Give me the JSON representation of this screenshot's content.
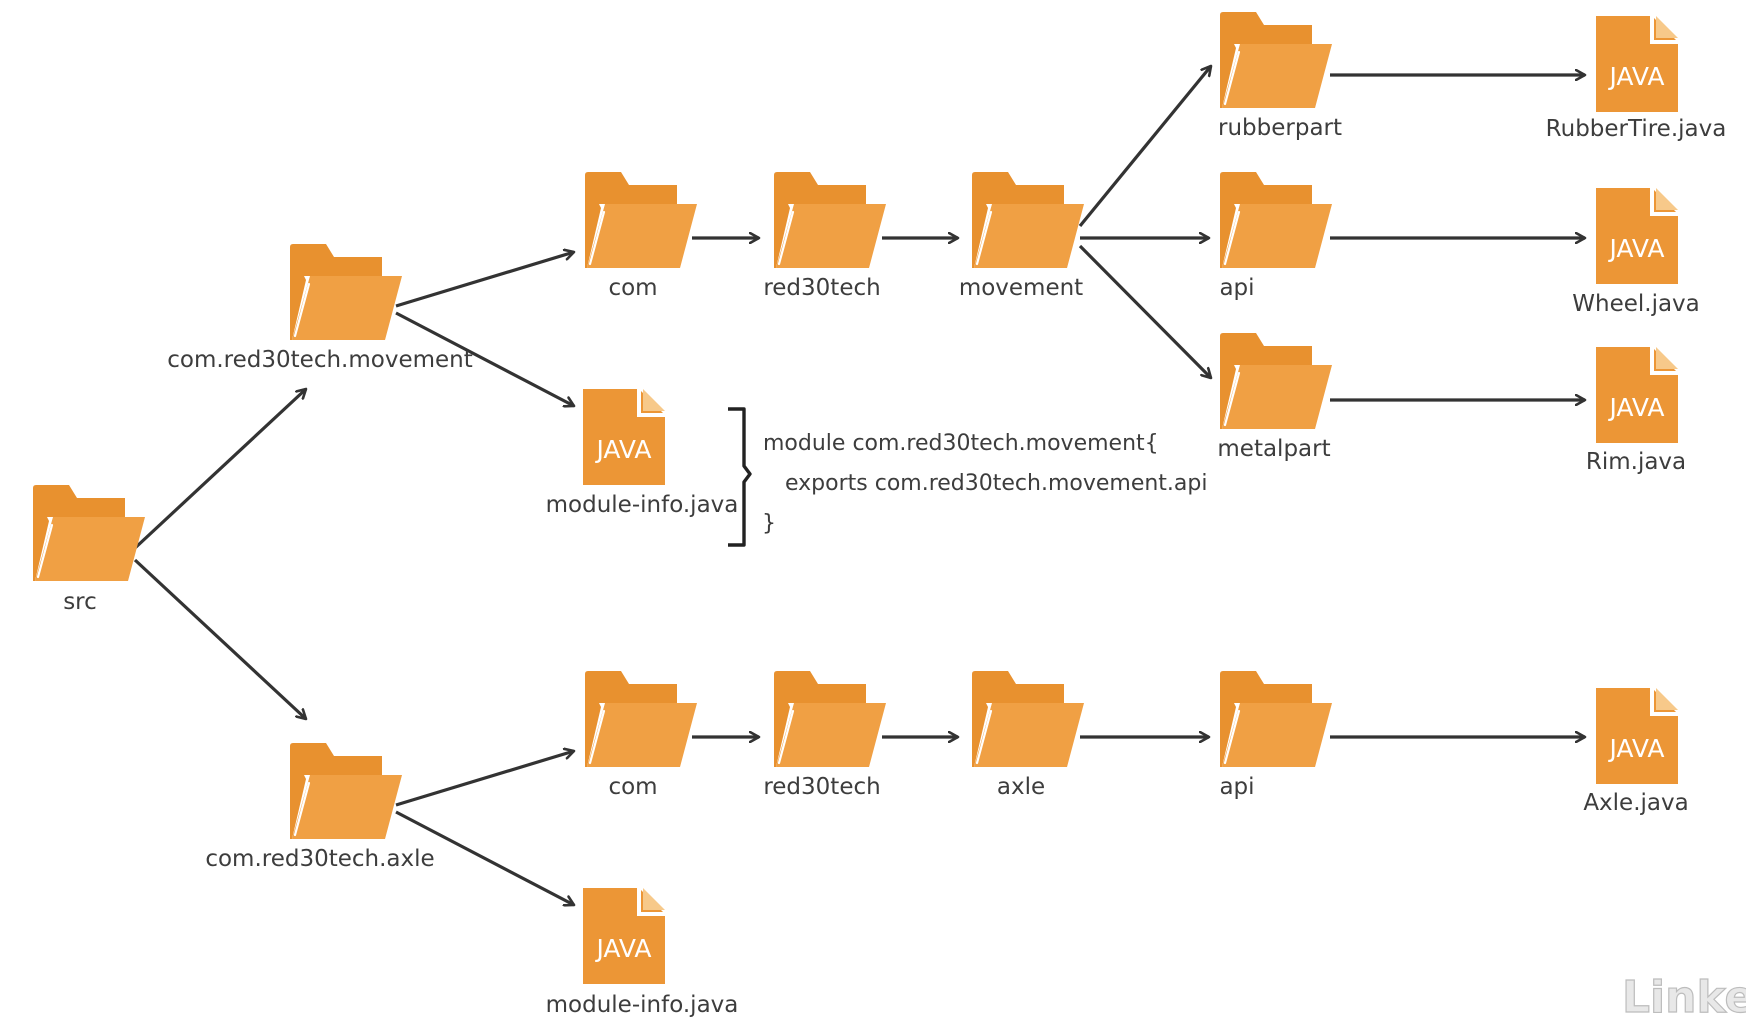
{
  "colors": {
    "folder_back": "#E8912F",
    "folder_front": "#F0A044",
    "file": "#EC9636",
    "file_fold": "#F7C98A",
    "arrow": "#333333",
    "text": "#3d3d3d"
  },
  "file_badge": "JAVA",
  "watermark": "Linked",
  "nodes": {
    "src": {
      "label": "src",
      "icon": "folder-icon"
    },
    "pkg_movement": {
      "label": "com.red30tech.movement",
      "icon": "folder-icon"
    },
    "pkg_axle": {
      "label": "com.red30tech.axle",
      "icon": "folder-icon"
    },
    "m_com": {
      "label": "com",
      "icon": "folder-icon"
    },
    "m_red30tech": {
      "label": "red30tech",
      "icon": "folder-icon"
    },
    "m_movement": {
      "label": "movement",
      "icon": "folder-icon"
    },
    "m_rubberpart": {
      "label": "rubberpart",
      "icon": "folder-icon"
    },
    "m_api": {
      "label": "api",
      "icon": "folder-icon"
    },
    "m_metalpart": {
      "label": "metalpart",
      "icon": "folder-icon"
    },
    "f_rubbertire": {
      "label": "RubberTire.java",
      "icon": "java-file-icon"
    },
    "f_wheel": {
      "label": "Wheel.java",
      "icon": "java-file-icon"
    },
    "f_rim": {
      "label": "Rim.java",
      "icon": "java-file-icon"
    },
    "m_moduleinfo": {
      "label": "module-info.java",
      "icon": "java-file-icon"
    },
    "a_com": {
      "label": "com",
      "icon": "folder-icon"
    },
    "a_red30tech": {
      "label": "red30tech",
      "icon": "folder-icon"
    },
    "a_axle": {
      "label": "axle",
      "icon": "folder-icon"
    },
    "a_api": {
      "label": "api",
      "icon": "folder-icon"
    },
    "f_axle": {
      "label": "Axle.java",
      "icon": "java-file-icon"
    },
    "a_moduleinfo": {
      "label": "module-info.java",
      "icon": "java-file-icon"
    }
  },
  "edges": [
    [
      "src",
      "pkg_movement"
    ],
    [
      "src",
      "pkg_axle"
    ],
    [
      "pkg_movement",
      "m_com"
    ],
    [
      "pkg_movement",
      "m_moduleinfo"
    ],
    [
      "m_com",
      "m_red30tech"
    ],
    [
      "m_red30tech",
      "m_movement"
    ],
    [
      "m_movement",
      "m_rubberpart"
    ],
    [
      "m_movement",
      "m_api"
    ],
    [
      "m_movement",
      "m_metalpart"
    ],
    [
      "m_rubberpart",
      "f_rubbertire"
    ],
    [
      "m_api",
      "f_wheel"
    ],
    [
      "m_metalpart",
      "f_rim"
    ],
    [
      "pkg_axle",
      "a_com"
    ],
    [
      "pkg_axle",
      "a_moduleinfo"
    ],
    [
      "a_com",
      "a_red30tech"
    ],
    [
      "a_red30tech",
      "a_axle"
    ],
    [
      "a_axle",
      "a_api"
    ],
    [
      "a_api",
      "f_axle"
    ]
  ],
  "module_code": {
    "line1": "module com.red30tech.movement{",
    "line2": "exports com.red30tech.movement.api",
    "line3": "}"
  }
}
